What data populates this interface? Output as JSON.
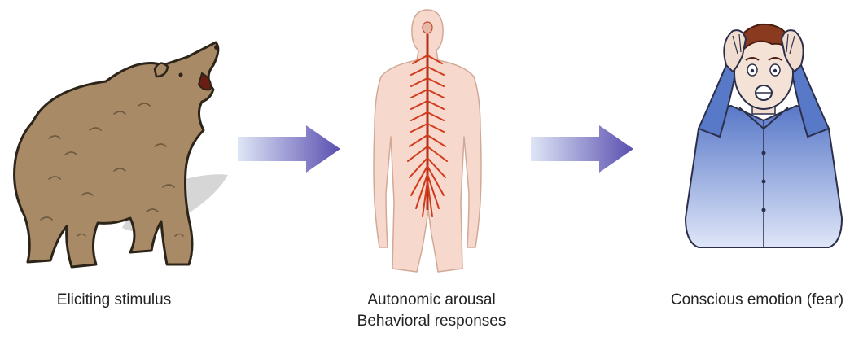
{
  "stages": [
    {
      "id": "stimulus",
      "caption_lines": [
        "Eliciting stimulus"
      ],
      "icon": "bear-icon"
    },
    {
      "id": "arousal",
      "caption_lines": [
        "Autonomic arousal",
        "Behavioral responses"
      ],
      "icon": "spinal-nerves-icon"
    },
    {
      "id": "emotion",
      "caption_lines": [
        "Conscious emotion (fear)"
      ],
      "icon": "frightened-man-icon"
    }
  ],
  "arrows": [
    {
      "from": "stimulus",
      "to": "arousal",
      "icon": "right-arrow-icon"
    },
    {
      "from": "arousal",
      "to": "emotion",
      "icon": "right-arrow-icon"
    }
  ],
  "colors": {
    "bear_fur": "#a88a66",
    "bear_outline": "#2c2419",
    "body_skin": "#f6d9cc",
    "nerves": "#d13a1c",
    "shirt": "#5878c8",
    "hair": "#8a3a1e",
    "arrow_light": "#dfe6f6",
    "arrow_dark": "#5a4fb0",
    "caption_text": "#222222"
  }
}
